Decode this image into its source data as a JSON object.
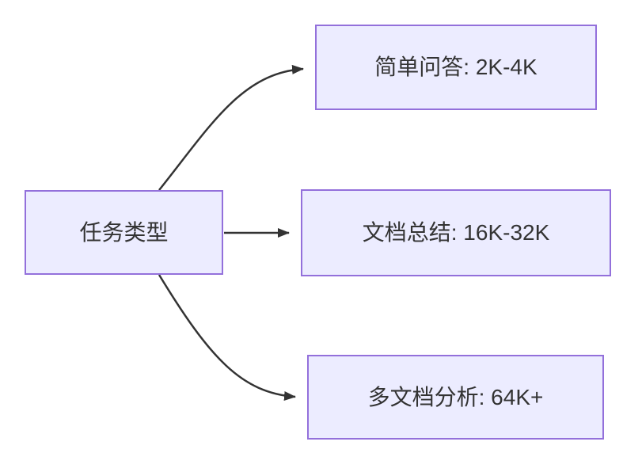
{
  "diagram": {
    "type": "flowchart-left-to-right",
    "root": {
      "label": "任务类型"
    },
    "branches": [
      {
        "label": "简单问答: 2K-4K"
      },
      {
        "label": "文档总结: 16K-32K"
      },
      {
        "label": "多文档分析: 64K+"
      }
    ],
    "edges": [
      {
        "from": "任务类型",
        "to": "简单问答: 2K-4K"
      },
      {
        "from": "任务类型",
        "to": "文档总结: 16K-32K"
      },
      {
        "from": "任务类型",
        "to": "多文档分析: 64K+"
      }
    ],
    "colors": {
      "node_fill": "#ECECFF",
      "node_border": "#9370DB",
      "edge_stroke": "#333333",
      "text": "#333333",
      "background": "#FFFFFF"
    }
  }
}
